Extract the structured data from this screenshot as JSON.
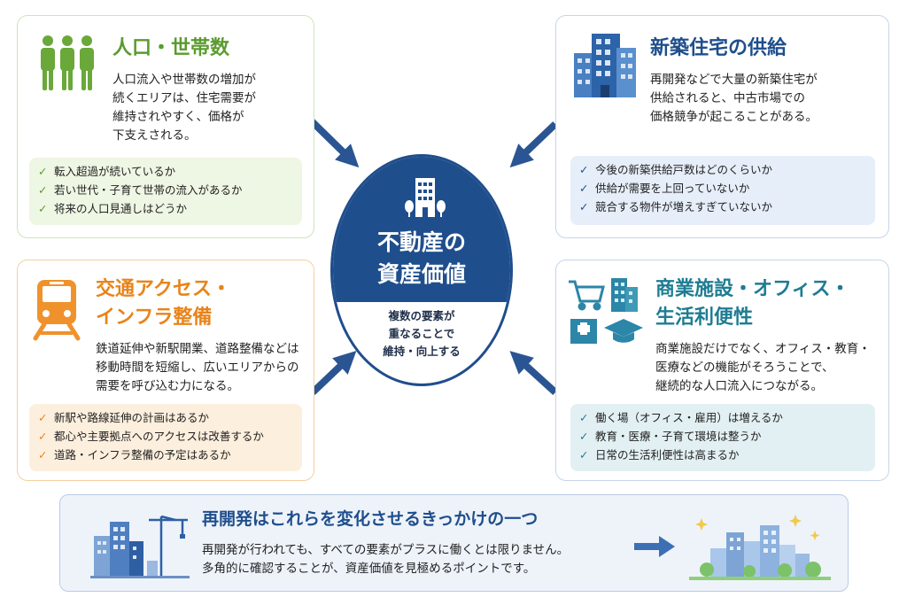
{
  "center": {
    "title_line1": "不動産の",
    "title_line2": "資産価値",
    "sub_lines": [
      "複数の要素が",
      "重なることで",
      "維持・向上する"
    ]
  },
  "cards": {
    "population": {
      "icon": "people-icon",
      "title": "人口・世帯数",
      "body_lines": [
        "人口流入や世帯数の増加が",
        "続くエリアは、住宅需要が",
        "維持されやすく、価格が",
        "下支えされる。"
      ],
      "checks": [
        "転入超過が続いているか",
        "若い世代・子育て世帯の流入があるか",
        "将来の人口見通しはどうか"
      ],
      "accent": "#5a9b2f"
    },
    "housing": {
      "icon": "apartment-buildings-icon",
      "title": "新築住宅の供給",
      "body_lines": [
        "再開発などで大量の新築住宅が",
        "供給されると、中古市場での",
        "価格競争が起こることがある。"
      ],
      "checks": [
        "今後の新築供給戸数はどのくらいか",
        "供給が需要を上回っていないか",
        "競合する物件が増えすぎていないか"
      ],
      "accent": "#1f4e8c"
    },
    "transport": {
      "icon": "train-icon",
      "title_line1": "交通アクセス・",
      "title_line2": "インフラ整備",
      "body_lines": [
        "鉄道延伸や新駅開業、道路整備などは",
        "移動時間を短縮し、広いエリアからの",
        "需要を呼び込む力になる。"
      ],
      "checks": [
        "新駅や路線延伸の計画はあるか",
        "都心や主要拠点へのアクセスは改善するか",
        "道路・インフラ整備の予定はあるか"
      ],
      "accent": "#e8841a"
    },
    "facilities": {
      "icon": "facilities-icon",
      "title_line1": "商業施設・オフィス・",
      "title_line2": "生活利便性",
      "body_lines": [
        "商業施設だけでなく、オフィス・教育・",
        "医療などの機能がそろうことで、",
        "継続的な人口流入につながる。"
      ],
      "checks": [
        "働く場（オフィス・雇用）は増えるか",
        "教育・医療・子育て環境は整うか",
        "日常の生活利便性は高まるか"
      ],
      "accent": "#1e7c93"
    }
  },
  "bottom": {
    "title": "再開発はこれらを変化させるきっかけの一つ",
    "body_lines": [
      "再開発が行われても、すべての要素がプラスに働くとは限りません。",
      "多角的に確認することが、資産価値を見極めるポイントです。"
    ]
  },
  "colors": {
    "navy": "#1f4e8c",
    "green": "#5a9b2f",
    "orange": "#e8841a",
    "teal": "#1e7c93"
  }
}
